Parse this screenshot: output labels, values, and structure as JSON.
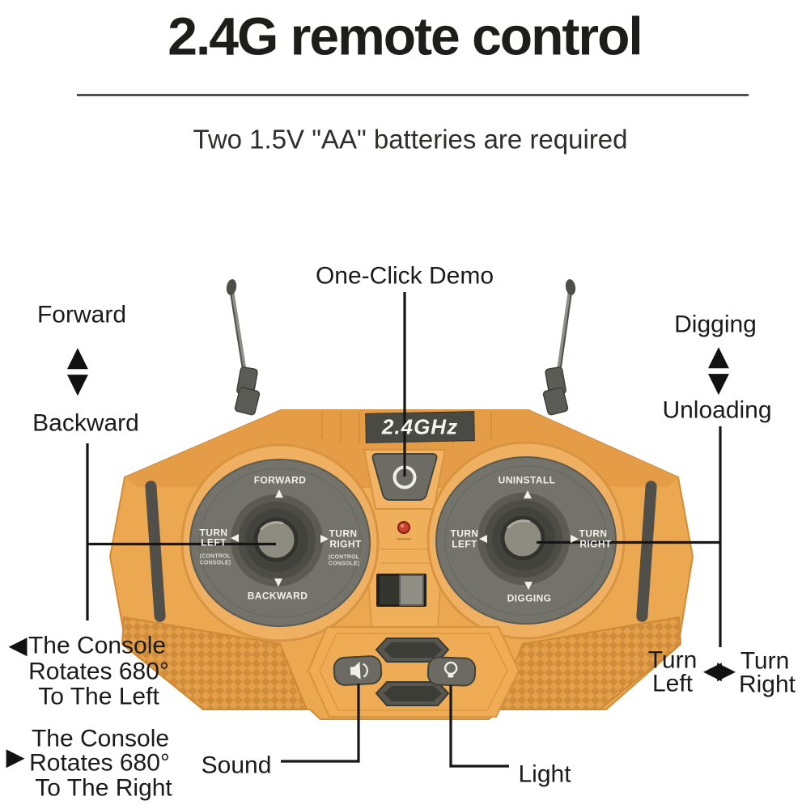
{
  "header": {
    "title": "2.4G remote control",
    "subtitle": "Two 1.5V \"AA\" batteries are required"
  },
  "callouts": {
    "one_click_demo": "One-Click Demo",
    "forward": "Forward",
    "backward": "Backward",
    "digging": "Digging",
    "unloading": "Unloading",
    "console_left": {
      "line1": "The Console",
      "line2": "Rotates 680°",
      "line3": "To The Left"
    },
    "console_right": {
      "line1": "The Console",
      "line2": "Rotates 680°",
      "line3": "To The Right"
    },
    "turn_left": {
      "line1": "Turn",
      "line2": "Left"
    },
    "turn_right": {
      "line1": "Turn",
      "line2": "Right"
    },
    "sound": "Sound",
    "light": "Light"
  },
  "remote": {
    "brand_label": "2.4GHz",
    "left_stick": {
      "top": "FORWARD",
      "bottom": "BACKWARD",
      "left_line1": "TURN",
      "left_line2": "LEFT",
      "right_line1": "TURN",
      "right_line2": "RIGHT",
      "left_sub1": "(CONTROL",
      "left_sub2": "CONSOLE)",
      "right_sub1": "(CONTROL",
      "right_sub2": "CONSOLE)"
    },
    "right_stick": {
      "top": "UNINSTALL",
      "bottom": "DIGGING",
      "left_line1": "TURN",
      "left_line2": "LEFT",
      "right_line1": "TURN",
      "right_line2": "RIGHT"
    }
  },
  "icons": {
    "up_arrow": "▲",
    "down_arrow": "▼",
    "left_arrow": "◀",
    "right_arrow": "▶",
    "left_right_arrow": "◀▶"
  },
  "colors": {
    "body_orange": "#ECA751",
    "panel_gray": "#73736B",
    "plate_dark": "#4A4A44",
    "led_red": "#C8422C",
    "leader_line": "#161616"
  }
}
